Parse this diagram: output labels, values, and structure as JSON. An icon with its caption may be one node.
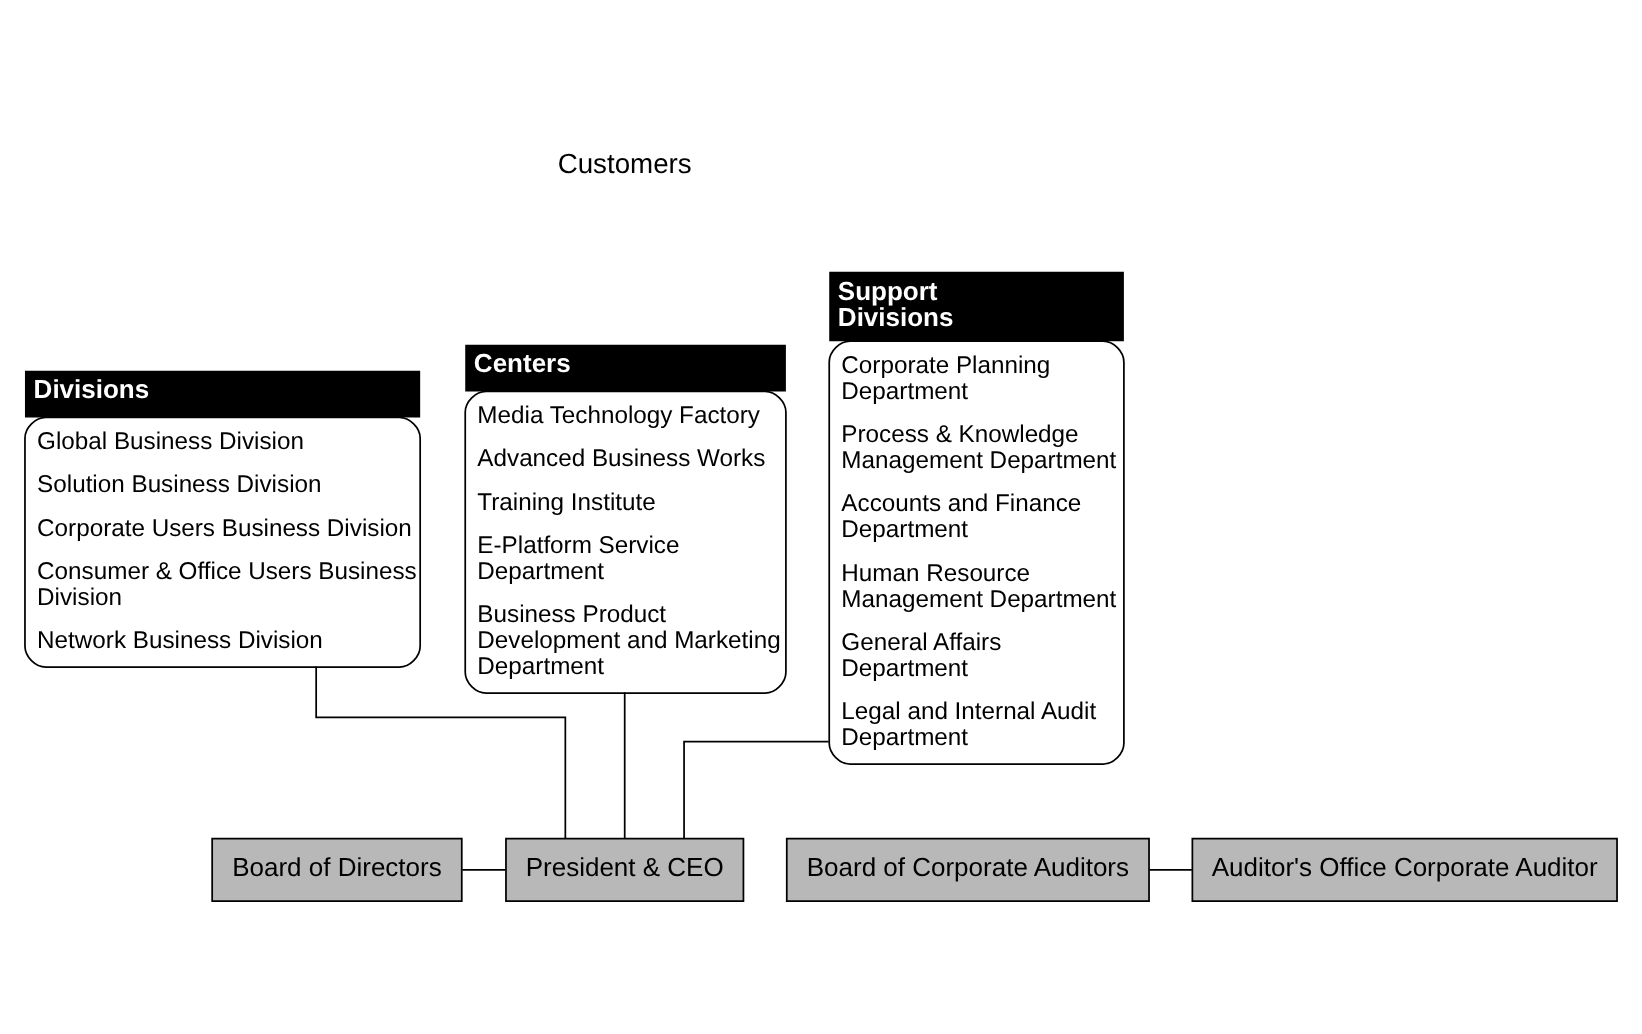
{
  "diagram": {
    "nodes": [
      {
        "text": [
          "Divisions",
          "Global Business Division",
          "Solution Business Division",
          "Corporate Users Business Division",
          "Consumer & Office Users Business Division",
          "Network Business Division"
        ]
      },
      {
        "text": [
          "Centers",
          "Media Technology Factory",
          "Advanced Business Works",
          "Training Institute",
          "E-Platform Service Department",
          "Business Product Development and Marketing Department"
        ]
      },
      {
        "text": [
          "Support Divisions",
          "Corporate Planning Department",
          "Process & Knowledge Management Department",
          "Accounts and Finance Department",
          "Human Resource Management Department",
          "General Affairs Department",
          "Legal and Internal Audit Department"
        ]
      },
      {
        "text": [
          "Board of Directors"
        ]
      },
      {
        "text": [
          "President & CEO"
        ]
      },
      {
        "text": [
          "Board of Corporate Auditors"
        ]
      },
      {
        "text": [
          "Auditor's Office Corporate Auditor"
        ]
      }
    ],
    "edges": [
      {
        "from": 0,
        "to": 4,
        "arrow": "none"
      },
      {
        "from": 1,
        "to": 4,
        "arrow": "none"
      },
      {
        "from": 2,
        "to": 4,
        "arrow": "none"
      },
      {
        "from": 3,
        "to": 4,
        "arrow": "none"
      },
      {
        "from": 5,
        "to": 6,
        "arrow": "none"
      }
    ],
    "labels": [
      "Customers"
    ]
  }
}
